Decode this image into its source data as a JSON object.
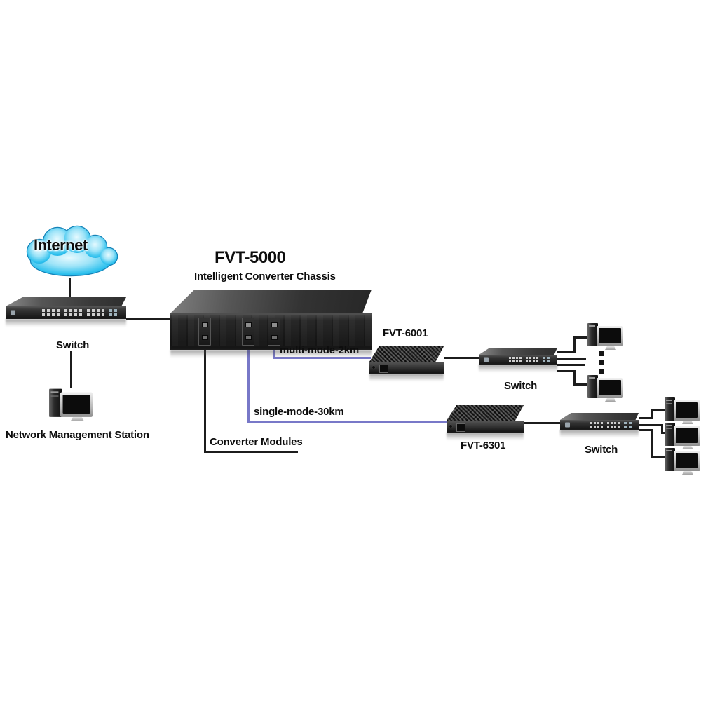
{
  "title": "FVT-5000",
  "subtitle": "Intelligent Converter Chassis",
  "cloud": {
    "label": "Internet"
  },
  "core": {
    "switch_label": "Switch",
    "nms_label": "Network Management Station"
  },
  "chassis": {
    "modules_label": "Converter Modules"
  },
  "fiber_links": {
    "multi_mode": "multi-mode-2km",
    "single_mode": "single-mode-30km"
  },
  "converters": {
    "top": "FVT-6001",
    "bottom": "FVT-6301"
  },
  "workgroups": {
    "top_switch_label": "Switch",
    "bottom_switch_label": "Switch"
  },
  "colors": {
    "fiber": "#7878c8",
    "wire": "#1c1c1c",
    "cloud_fill": "#2ec1ee",
    "cloud_stroke": "#1583b8"
  }
}
